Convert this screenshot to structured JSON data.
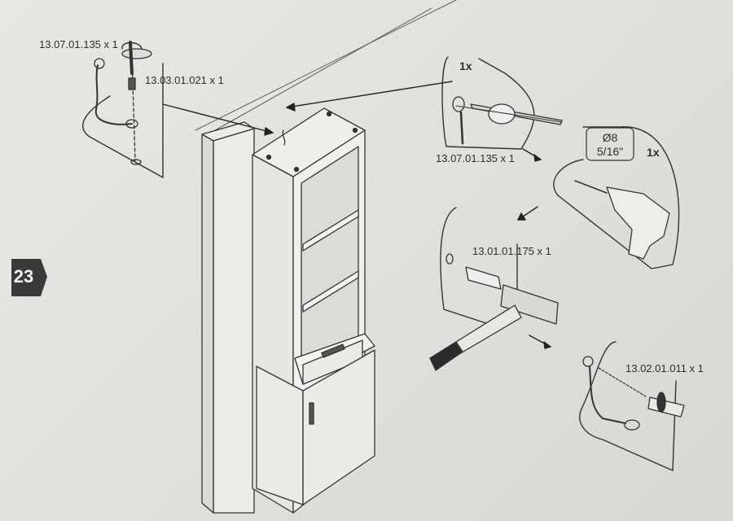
{
  "step_number": "23",
  "parts": {
    "top_left_cable": "13.07.01.135 x 1",
    "top_left_screw": "13.03.01.021 x 1",
    "crimp_cable": "13.07.01.135 x 1",
    "wall_plug": "13.01.01.175 x 1",
    "wall_screw": "13.02.01.011 x 1"
  },
  "quantities": {
    "crimp_qty": "1x",
    "drill_qty": "1x"
  },
  "drill_bit": {
    "diameter": "Ø8",
    "inches": "5/16\""
  },
  "icons": [
    "screwdriver-icon",
    "cable-lug-icon",
    "pliers-icon",
    "drill-icon",
    "wall-plug-icon",
    "hammer-icon",
    "screw-icon"
  ],
  "colors": {
    "paper": "#e4e2de",
    "line": "#333333",
    "step_badge": "#3a3a3a"
  }
}
